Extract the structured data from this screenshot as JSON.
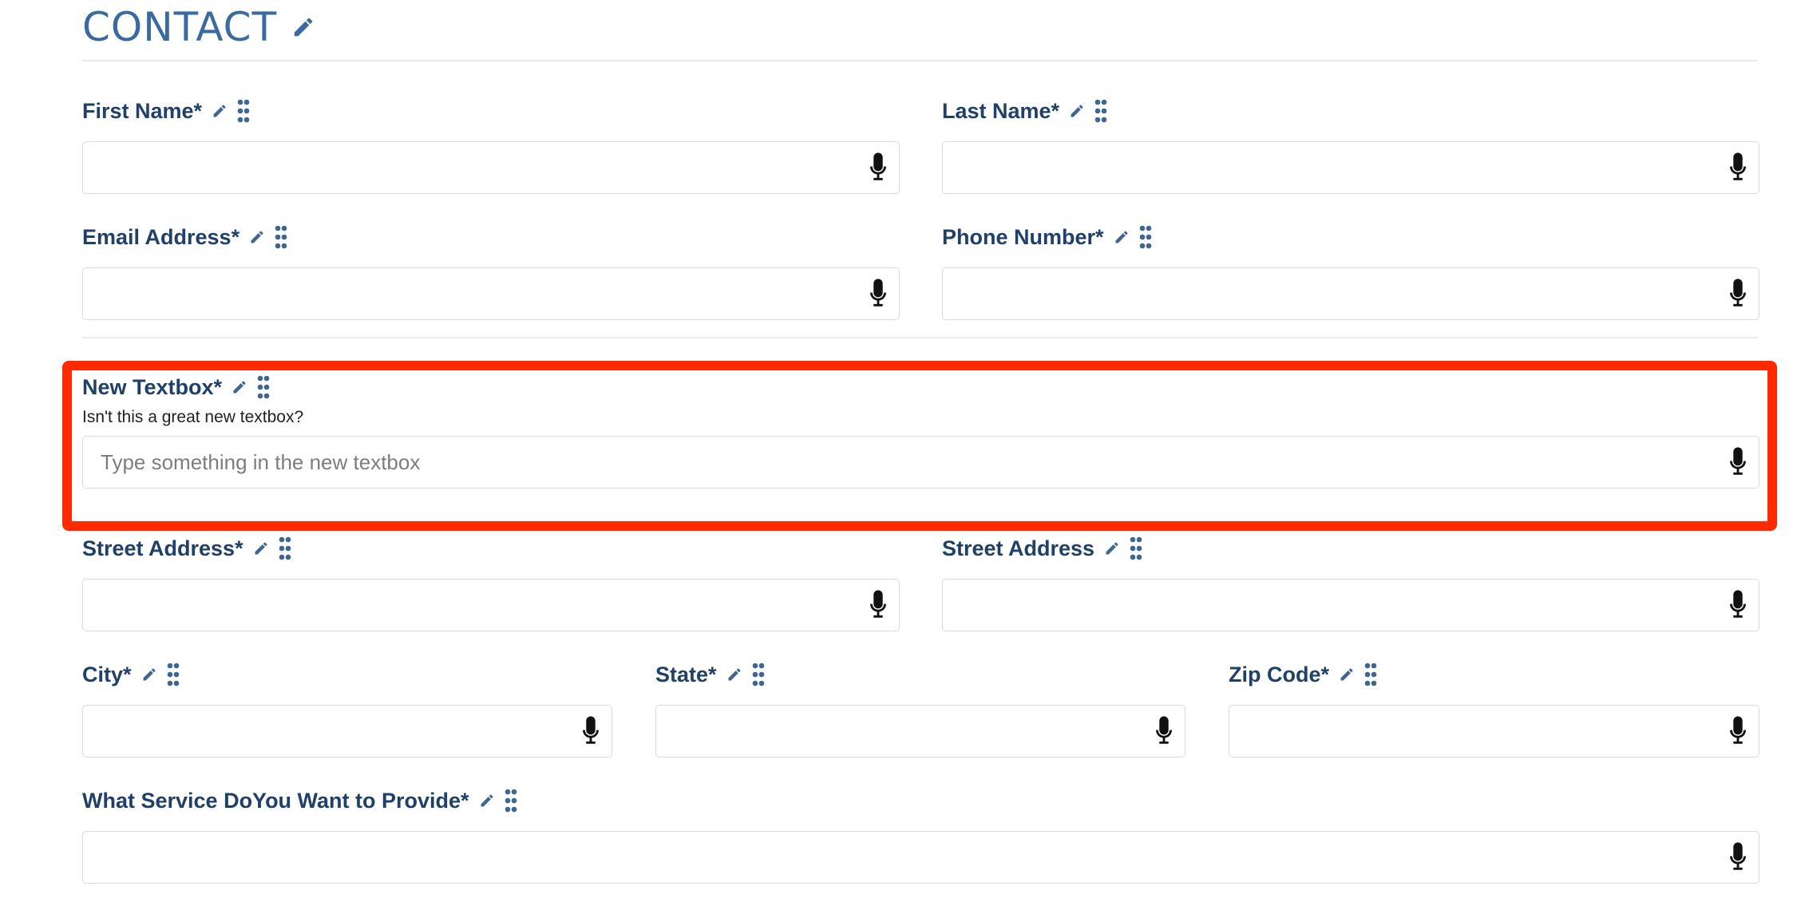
{
  "section": {
    "title": "CONTACT"
  },
  "fields": {
    "first_name": {
      "label": "First Name*",
      "value": ""
    },
    "last_name": {
      "label": "Last Name*",
      "value": ""
    },
    "email": {
      "label": "Email Address*",
      "value": ""
    },
    "phone": {
      "label": "Phone Number*",
      "value": ""
    },
    "new_textbox": {
      "label": "New Textbox*",
      "description": "Isn't this a great new textbox?",
      "placeholder": "Type something in the new textbox",
      "value": ""
    },
    "street1": {
      "label": "Street Address*",
      "value": ""
    },
    "street2": {
      "label": "Street Address",
      "value": ""
    },
    "city": {
      "label": "City*",
      "value": ""
    },
    "state": {
      "label": "State*",
      "value": ""
    },
    "zip": {
      "label": "Zip Code*",
      "value": ""
    },
    "service": {
      "label": "What Service DoYou Want to Provide*",
      "value": ""
    }
  },
  "icons": {
    "edit": "pencil-icon",
    "drag": "drag-handle-icon",
    "voice": "microphone-icon"
  },
  "colors": {
    "label": "#1f4068",
    "title": "#3a6aa0",
    "highlight": "#ff2a00"
  }
}
